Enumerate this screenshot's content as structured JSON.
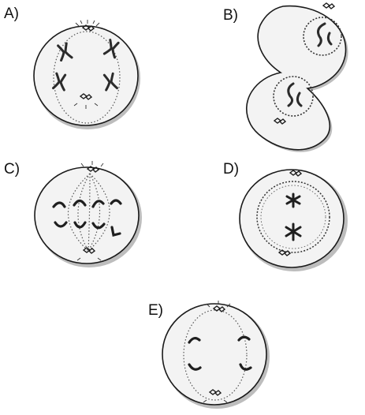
{
  "panels": [
    {
      "id": "A",
      "label": "A)"
    },
    {
      "id": "B",
      "label": "B)"
    },
    {
      "id": "C",
      "label": "C)"
    },
    {
      "id": "D",
      "label": "D)"
    },
    {
      "id": "E",
      "label": "E)"
    }
  ],
  "colors": {
    "ink": "#1a1a1a",
    "cell_fill": "#f2f2f2",
    "cell_shadow": "#bdbdbd",
    "chromosome": "#2b2b2b"
  },
  "icons": [
    "cell-icon",
    "centrosome-icon",
    "spindle-fiber-icon",
    "chromosome-icon",
    "nuclear-envelope-icon"
  ]
}
